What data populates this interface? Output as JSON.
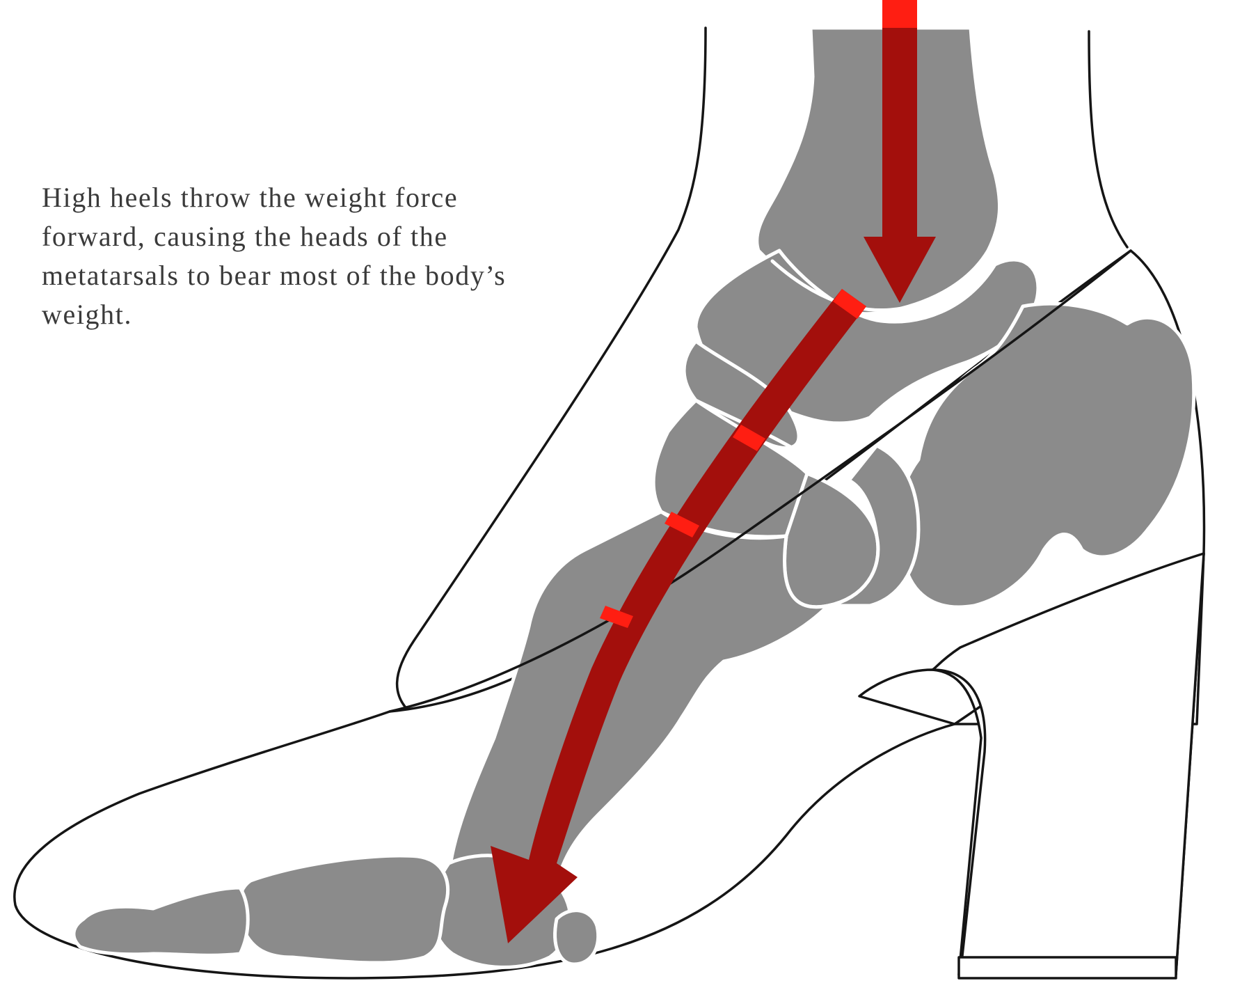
{
  "caption": {
    "lines": [
      "High heels throw the weight force",
      "forward, causing the heads of the",
      "metatarsals to bear most of the body’s",
      "weight."
    ]
  },
  "colors": {
    "background": "#ffffff",
    "bone": "#8b8b8b",
    "bone_outline": "#ffffff",
    "shoe_outline": "#151515",
    "force_arrow_dark": "#a30f0c",
    "force_arrow_bright": "#ff1e12"
  },
  "illustration": {
    "subject": "foot skeleton inside a high-heeled shoe",
    "arrows": [
      "vertical-weight-force-arrow",
      "forward-force-arrow"
    ]
  }
}
